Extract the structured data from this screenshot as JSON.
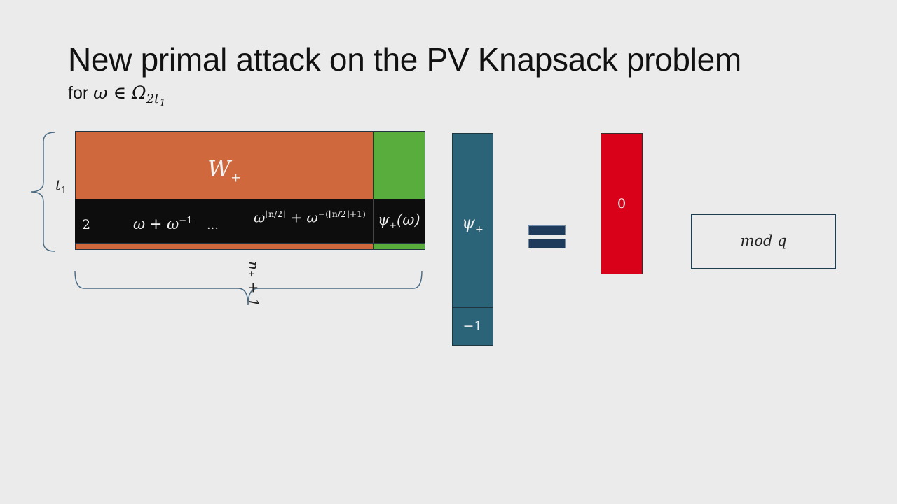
{
  "slide": {
    "title": "New primal attack on the PV Knapsack problem",
    "subtitle_prefix": "for ",
    "subtitle_math": "ω ∈ Ω",
    "subtitle_sub": "2t",
    "subtitle_subsub": "1"
  },
  "matrix": {
    "w_label": "W",
    "w_sub": "+",
    "row_two": "2",
    "row_omega_inv": "ω + ω",
    "row_omega_inv_sup": "−1",
    "row_ellipsis": "…",
    "row_omega_floor": "ω",
    "row_omega_floor_sup1": "⌊n/2⌋",
    "row_omega_floor_mid": " + ω",
    "row_omega_floor_sup2": "−(⌊n/2⌋+1)",
    "row_psi": "ψ",
    "row_psi_sub": "+",
    "row_psi_tail": "(ω)",
    "height_label": "t",
    "height_label_sub": "1",
    "width_label": "n₊ + 1"
  },
  "vector": {
    "psi_label": "ψ",
    "psi_sub": "+",
    "last_entry": "−1"
  },
  "result": {
    "zero_label": "0",
    "mod_label": "mod q"
  },
  "colors": {
    "orange": "#cf693d",
    "green": "#58ad3d",
    "black_row": "#0d0d0d",
    "teal": "#2b6478",
    "red": "#d9001a",
    "equals": "#1f3b5c"
  }
}
